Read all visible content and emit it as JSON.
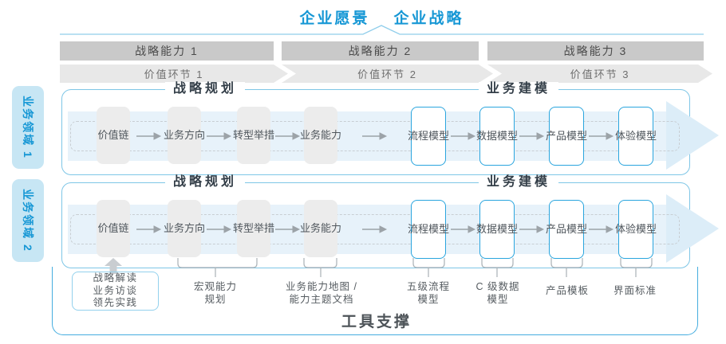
{
  "colors": {
    "accent_blue": "#1697D5",
    "lane_border": "#7EC6E6",
    "outer_border": "#45ADDF",
    "node_blue_border": "#2AA5DE",
    "band_fill": "#E7F2FA",
    "cap_bar_fill": "#C9C9C9",
    "chevron_fill": "#E8E8E8",
    "domain_label_fill": "#C7E6F4",
    "dark_heading": "#333E48"
  },
  "header": {
    "vision": "企业愿景",
    "strategy": "企业战略"
  },
  "capability_bars": [
    "战略能力 1",
    "战略能力 2",
    "战略能力 3"
  ],
  "value_links": [
    "价值环节 1",
    "价值环节 2",
    "价值环节 3"
  ],
  "domains": [
    "业务领域 1",
    "业务领域 2"
  ],
  "row": {
    "planning_header": "战略规划",
    "modeling_header": "业务建模",
    "planning_boxes": [
      "价值链",
      "业务方向",
      "转型举措",
      "业务能力"
    ],
    "modeling_boxes": [
      "流程模型",
      "数据模型",
      "产品模型",
      "体验模型"
    ]
  },
  "annotations": {
    "practice_lines": [
      "战略解读",
      "业务访谈",
      "领先实践"
    ],
    "labels": [
      [
        "宏观能力",
        "规划"
      ],
      [
        "业务能力地图 /",
        "能力主题文档"
      ],
      [
        "五级流程",
        "模型"
      ],
      [
        "C 级数据",
        "模型"
      ],
      [
        "产品模板"
      ],
      [
        "界面标准"
      ]
    ]
  },
  "footer": {
    "tool_support": "工具支撑"
  }
}
